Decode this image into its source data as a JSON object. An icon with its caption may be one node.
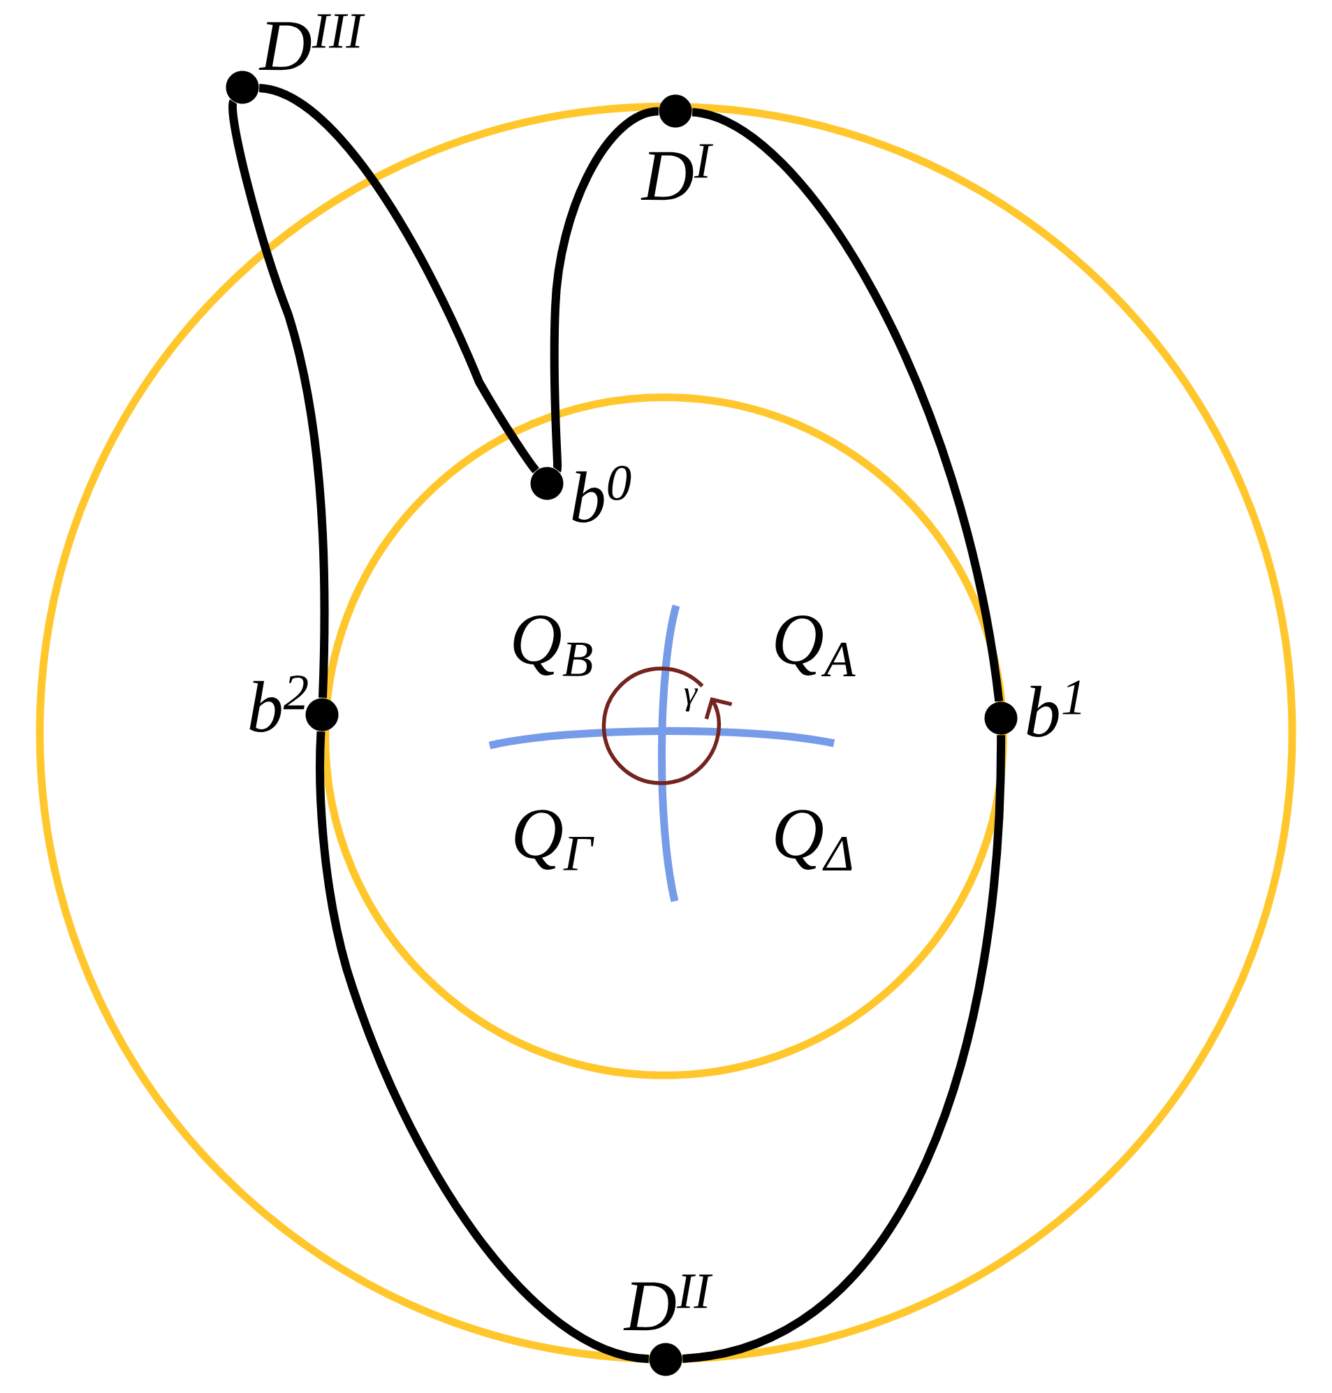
{
  "diagram": {
    "nodes": [
      {
        "text": [],
        "shape": "circle",
        "beside": [
          "D$^{III}$"
        ]
      },
      {
        "text": [],
        "shape": "circle",
        "beside": [
          "D$^{I}$"
        ]
      },
      {
        "text": [],
        "shape": "circle",
        "beside": [
          "b$^{0}$"
        ]
      },
      {
        "text": [],
        "shape": "circle",
        "beside": [
          "b$^{2}$"
        ]
      },
      {
        "text": [],
        "shape": "circle",
        "beside": [
          "b$^{1}$"
        ]
      },
      {
        "text": [],
        "shape": "circle",
        "beside": [
          "D$^{II}$"
        ]
      }
    ],
    "edges": [
      {
        "from": 0,
        "to": 2,
        "arrow": "none"
      },
      {
        "from": 2,
        "to": 1,
        "arrow": "none"
      },
      {
        "from": 1,
        "to": 4,
        "arrow": "none"
      },
      {
        "from": 4,
        "to": 5,
        "arrow": "none"
      },
      {
        "from": 5,
        "to": 3,
        "arrow": "none"
      },
      {
        "from": 3,
        "to": 0,
        "arrow": "none"
      }
    ],
    "labels": [
      "Q$_{B}$",
      "Q$_{A}$",
      "γ",
      "Q$_{Γ}$",
      "Q$_{Δ}$"
    ]
  }
}
